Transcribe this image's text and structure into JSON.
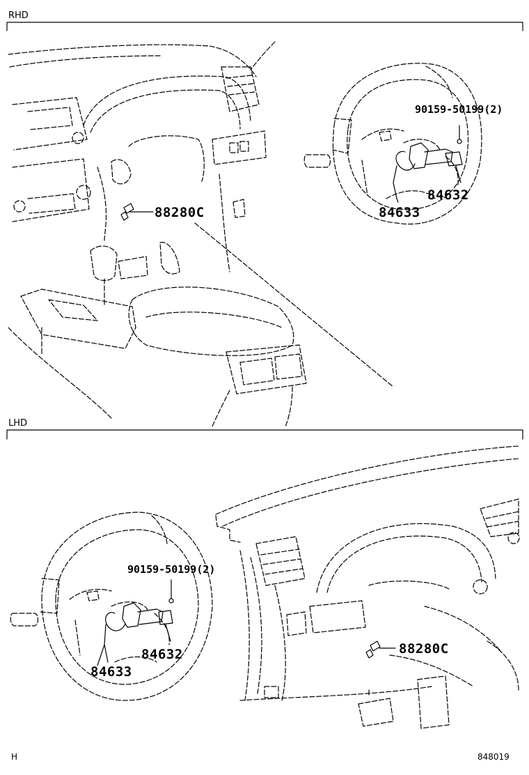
{
  "sections": {
    "rhd": {
      "label": "RHD"
    },
    "lhd": {
      "label": "LHD"
    }
  },
  "callouts": {
    "rhd_screw": "90159-50199(2)",
    "rhd_84632": "84632",
    "rhd_84633": "84633",
    "rhd_88280c": "88280C",
    "lhd_screw": "90159-50199(2)",
    "lhd_84632": "84632",
    "lhd_84633": "84633",
    "lhd_88280c": "88280C"
  },
  "footer": {
    "left": "H",
    "diagram_number": "848019"
  }
}
